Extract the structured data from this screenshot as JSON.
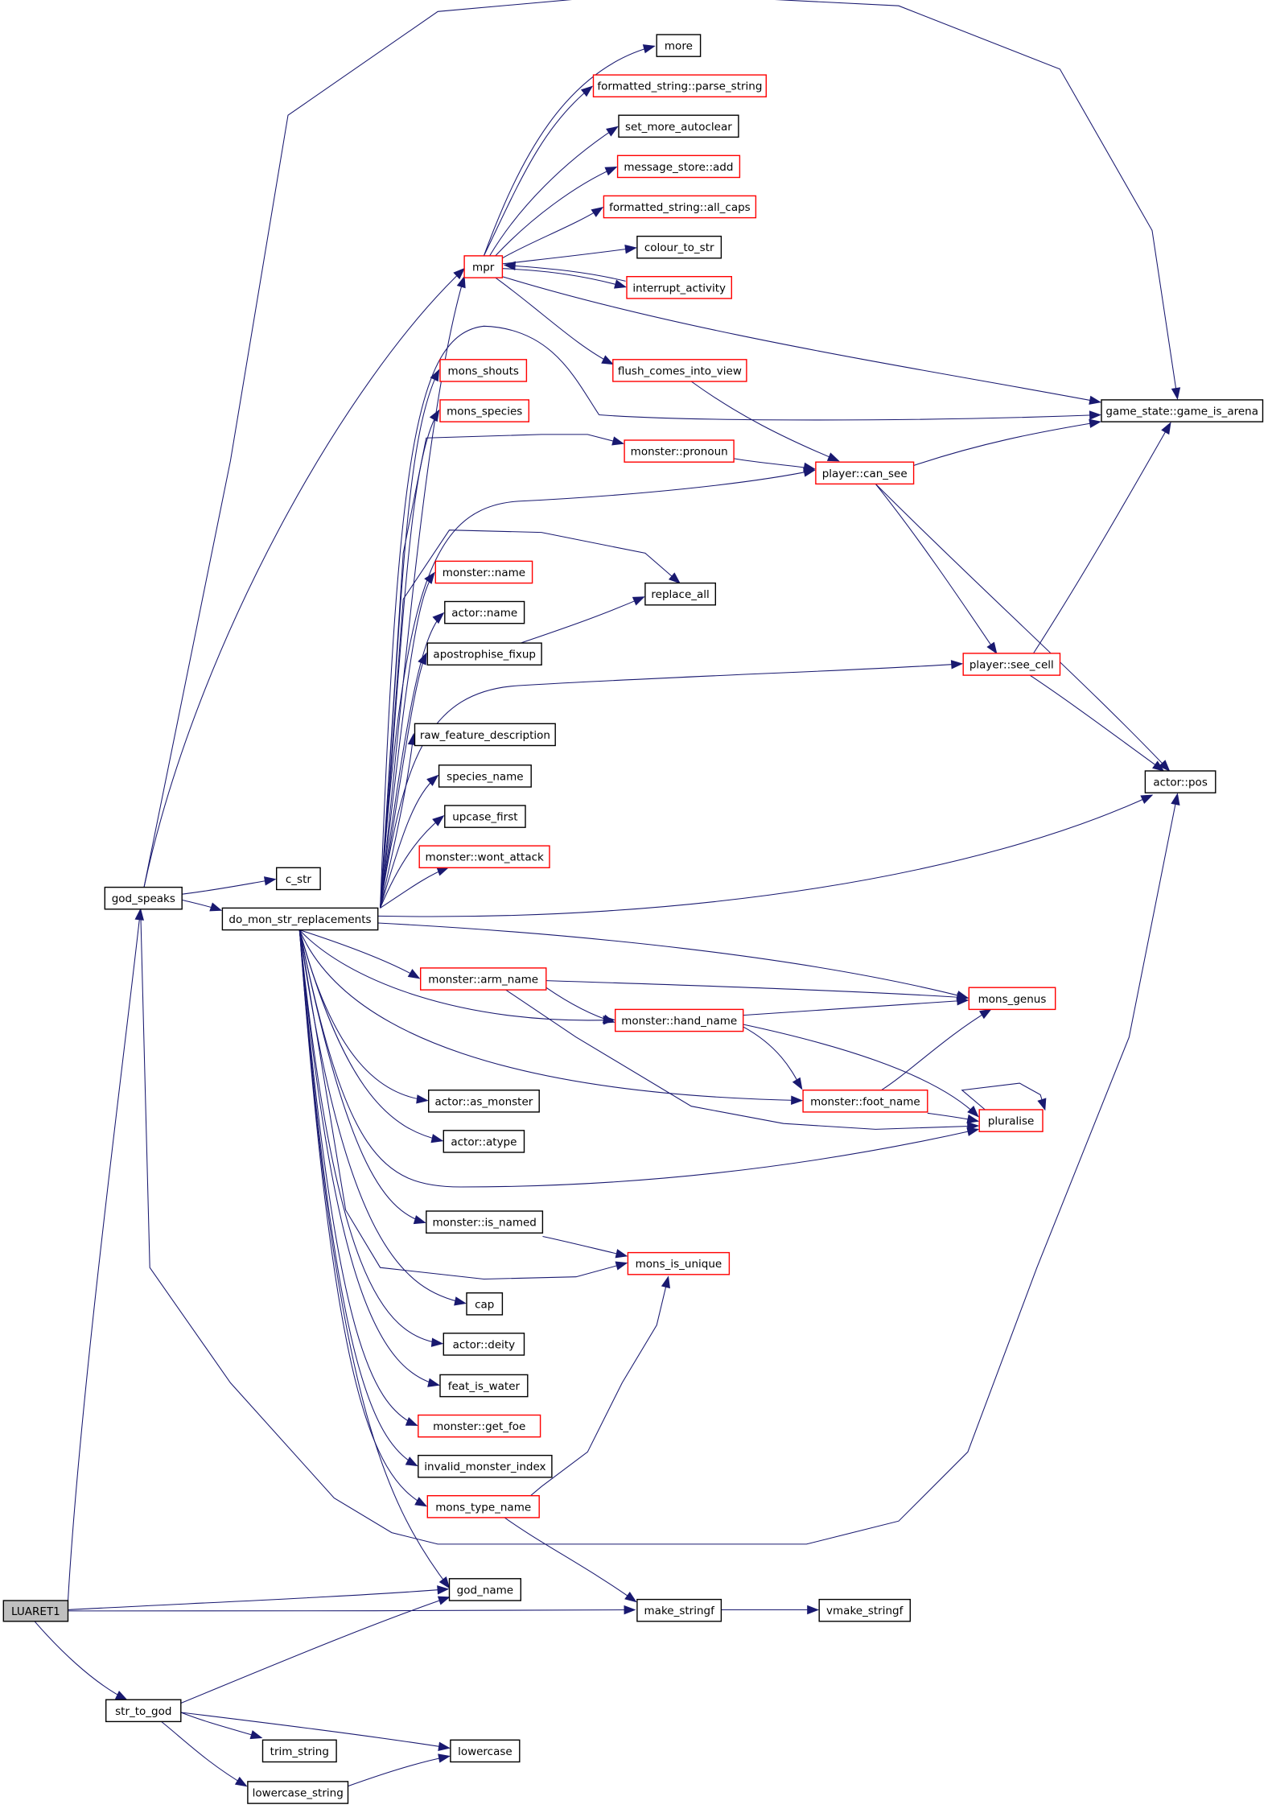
{
  "colors": {
    "edge": "#191970",
    "node_border": "#000000",
    "node_border_external": "#ff0000",
    "root_fill": "#bfbfbf"
  },
  "nodes": [
    {
      "id": "n0",
      "label": "LUARET1",
      "style": "root"
    },
    {
      "id": "n1",
      "label": "god_speaks",
      "style": "black"
    },
    {
      "id": "n2",
      "label": "str_to_god",
      "style": "black"
    },
    {
      "id": "n3",
      "label": "c_str",
      "style": "black"
    },
    {
      "id": "n4",
      "label": "do_mon_str_replacements",
      "style": "black"
    },
    {
      "id": "n5",
      "label": "mpr",
      "style": "red"
    },
    {
      "id": "n6",
      "label": "game_state::game_is_arena",
      "style": "black"
    },
    {
      "id": "n7",
      "label": "god_name",
      "style": "black"
    },
    {
      "id": "n8",
      "label": "make_stringf",
      "style": "black"
    },
    {
      "id": "n9",
      "label": "vmake_stringf",
      "style": "black"
    },
    {
      "id": "n10",
      "label": "trim_string",
      "style": "black"
    },
    {
      "id": "n11",
      "label": "lowercase",
      "style": "black"
    },
    {
      "id": "n12",
      "label": "lowercase_string",
      "style": "black"
    },
    {
      "id": "n13",
      "label": "more",
      "style": "black"
    },
    {
      "id": "n14",
      "label": "formatted_string::parse_string",
      "style": "red"
    },
    {
      "id": "n15",
      "label": "set_more_autoclear",
      "style": "black"
    },
    {
      "id": "n16",
      "label": "message_store::add",
      "style": "red"
    },
    {
      "id": "n17",
      "label": "formatted_string::all_caps",
      "style": "red"
    },
    {
      "id": "n18",
      "label": "colour_to_str",
      "style": "black"
    },
    {
      "id": "n19",
      "label": "interrupt_activity",
      "style": "red"
    },
    {
      "id": "n20",
      "label": "flush_comes_into_view",
      "style": "red"
    },
    {
      "id": "n21",
      "label": "mons_shouts",
      "style": "red"
    },
    {
      "id": "n22",
      "label": "mons_species",
      "style": "red"
    },
    {
      "id": "n23",
      "label": "monster::pronoun",
      "style": "red"
    },
    {
      "id": "n24",
      "label": "player::can_see",
      "style": "red"
    },
    {
      "id": "n25",
      "label": "monster::name",
      "style": "red"
    },
    {
      "id": "n26",
      "label": "actor::name",
      "style": "black"
    },
    {
      "id": "n27",
      "label": "replace_all",
      "style": "black"
    },
    {
      "id": "n28",
      "label": "apostrophise_fixup",
      "style": "black"
    },
    {
      "id": "n29",
      "label": "player::see_cell",
      "style": "red"
    },
    {
      "id": "n30",
      "label": "raw_feature_description",
      "style": "black"
    },
    {
      "id": "n31",
      "label": "species_name",
      "style": "black"
    },
    {
      "id": "n32",
      "label": "actor::pos",
      "style": "black"
    },
    {
      "id": "n33",
      "label": "upcase_first",
      "style": "black"
    },
    {
      "id": "n34",
      "label": "monster::wont_attack",
      "style": "red"
    },
    {
      "id": "n35",
      "label": "monster::arm_name",
      "style": "red"
    },
    {
      "id": "n36",
      "label": "mons_genus",
      "style": "red"
    },
    {
      "id": "n37",
      "label": "monster::hand_name",
      "style": "red"
    },
    {
      "id": "n38",
      "label": "monster::foot_name",
      "style": "red"
    },
    {
      "id": "n39",
      "label": "pluralise",
      "style": "red"
    },
    {
      "id": "n40",
      "label": "actor::as_monster",
      "style": "black"
    },
    {
      "id": "n41",
      "label": "actor::atype",
      "style": "black"
    },
    {
      "id": "n42",
      "label": "monster::is_named",
      "style": "black"
    },
    {
      "id": "n43",
      "label": "mons_is_unique",
      "style": "red"
    },
    {
      "id": "n44",
      "label": "cap",
      "style": "black"
    },
    {
      "id": "n45",
      "label": "actor::deity",
      "style": "black"
    },
    {
      "id": "n46",
      "label": "feat_is_water",
      "style": "black"
    },
    {
      "id": "n47",
      "label": "monster::get_foe",
      "style": "red"
    },
    {
      "id": "n48",
      "label": "invalid_monster_index",
      "style": "black"
    },
    {
      "id": "n49",
      "label": "mons_type_name",
      "style": "red"
    }
  ],
  "edges": [
    {
      "from": "LUARET1",
      "to": "god_speaks"
    },
    {
      "from": "LUARET1",
      "to": "god_name"
    },
    {
      "from": "LUARET1",
      "to": "make_stringf"
    },
    {
      "from": "LUARET1",
      "to": "str_to_god"
    },
    {
      "from": "god_speaks",
      "to": "mpr"
    },
    {
      "from": "god_speaks",
      "to": "game_state::game_is_arena"
    },
    {
      "from": "god_speaks",
      "to": "c_str"
    },
    {
      "from": "god_speaks",
      "to": "do_mon_str_replacements"
    },
    {
      "from": "god_speaks",
      "to": "actor::pos"
    },
    {
      "from": "mpr",
      "to": "more"
    },
    {
      "from": "mpr",
      "to": "formatted_string::parse_string"
    },
    {
      "from": "mpr",
      "to": "set_more_autoclear"
    },
    {
      "from": "mpr",
      "to": "message_store::add"
    },
    {
      "from": "mpr",
      "to": "formatted_string::all_caps"
    },
    {
      "from": "mpr",
      "to": "colour_to_str"
    },
    {
      "from": "mpr",
      "to": "interrupt_activity"
    },
    {
      "from": "interrupt_activity",
      "to": "mpr"
    },
    {
      "from": "mpr",
      "to": "flush_comes_into_view"
    },
    {
      "from": "mpr",
      "to": "game_state::game_is_arena"
    },
    {
      "from": "flush_comes_into_view",
      "to": "player::can_see"
    },
    {
      "from": "do_mon_str_replacements",
      "to": "mpr"
    },
    {
      "from": "do_mon_str_replacements",
      "to": "mons_shouts"
    },
    {
      "from": "do_mon_str_replacements",
      "to": "mons_species"
    },
    {
      "from": "do_mon_str_replacements",
      "to": "game_state::game_is_arena"
    },
    {
      "from": "do_mon_str_replacements",
      "to": "monster::pronoun"
    },
    {
      "from": "do_mon_str_replacements",
      "to": "player::can_see"
    },
    {
      "from": "do_mon_str_replacements",
      "to": "replace_all"
    },
    {
      "from": "do_mon_str_replacements",
      "to": "monster::name"
    },
    {
      "from": "do_mon_str_replacements",
      "to": "actor::name"
    },
    {
      "from": "do_mon_str_replacements",
      "to": "apostrophise_fixup"
    },
    {
      "from": "do_mon_str_replacements",
      "to": "player::see_cell"
    },
    {
      "from": "do_mon_str_replacements",
      "to": "raw_feature_description"
    },
    {
      "from": "do_mon_str_replacements",
      "to": "species_name"
    },
    {
      "from": "do_mon_str_replacements",
      "to": "upcase_first"
    },
    {
      "from": "do_mon_str_replacements",
      "to": "monster::wont_attack"
    },
    {
      "from": "do_mon_str_replacements",
      "to": "actor::pos"
    },
    {
      "from": "do_mon_str_replacements",
      "to": "mons_genus"
    },
    {
      "from": "do_mon_str_replacements",
      "to": "monster::arm_name"
    },
    {
      "from": "do_mon_str_replacements",
      "to": "monster::hand_name"
    },
    {
      "from": "do_mon_str_replacements",
      "to": "monster::foot_name"
    },
    {
      "from": "do_mon_str_replacements",
      "to": "actor::as_monster"
    },
    {
      "from": "do_mon_str_replacements",
      "to": "actor::atype"
    },
    {
      "from": "do_mon_str_replacements",
      "to": "pluralise"
    },
    {
      "from": "do_mon_str_replacements",
      "to": "monster::is_named"
    },
    {
      "from": "do_mon_str_replacements",
      "to": "mons_is_unique"
    },
    {
      "from": "do_mon_str_replacements",
      "to": "cap"
    },
    {
      "from": "do_mon_str_replacements",
      "to": "actor::deity"
    },
    {
      "from": "do_mon_str_replacements",
      "to": "feat_is_water"
    },
    {
      "from": "do_mon_str_replacements",
      "to": "monster::get_foe"
    },
    {
      "from": "do_mon_str_replacements",
      "to": "invalid_monster_index"
    },
    {
      "from": "do_mon_str_replacements",
      "to": "mons_type_name"
    },
    {
      "from": "do_mon_str_replacements",
      "to": "god_name"
    },
    {
      "from": "monster::pronoun",
      "to": "player::can_see"
    },
    {
      "from": "player::can_see",
      "to": "game_state::game_is_arena"
    },
    {
      "from": "player::can_see",
      "to": "player::see_cell"
    },
    {
      "from": "player::can_see",
      "to": "actor::pos"
    },
    {
      "from": "player::see_cell",
      "to": "game_state::game_is_arena"
    },
    {
      "from": "player::see_cell",
      "to": "actor::pos"
    },
    {
      "from": "apostrophise_fixup",
      "to": "replace_all"
    },
    {
      "from": "monster::arm_name",
      "to": "mons_genus"
    },
    {
      "from": "monster::arm_name",
      "to": "monster::hand_name"
    },
    {
      "from": "monster::arm_name",
      "to": "pluralise"
    },
    {
      "from": "monster::hand_name",
      "to": "mons_genus"
    },
    {
      "from": "monster::hand_name",
      "to": "monster::foot_name"
    },
    {
      "from": "monster::hand_name",
      "to": "pluralise"
    },
    {
      "from": "monster::foot_name",
      "to": "mons_genus"
    },
    {
      "from": "monster::foot_name",
      "to": "pluralise"
    },
    {
      "from": "pluralise",
      "to": "pluralise"
    },
    {
      "from": "monster::is_named",
      "to": "mons_is_unique"
    },
    {
      "from": "mons_type_name",
      "to": "mons_is_unique"
    },
    {
      "from": "mons_type_name",
      "to": "make_stringf"
    },
    {
      "from": "make_stringf",
      "to": "vmake_stringf"
    },
    {
      "from": "str_to_god",
      "to": "god_name"
    },
    {
      "from": "str_to_god",
      "to": "trim_string"
    },
    {
      "from": "str_to_god",
      "to": "lowercase"
    },
    {
      "from": "str_to_god",
      "to": "lowercase_string"
    },
    {
      "from": "lowercase_string",
      "to": "lowercase"
    }
  ]
}
